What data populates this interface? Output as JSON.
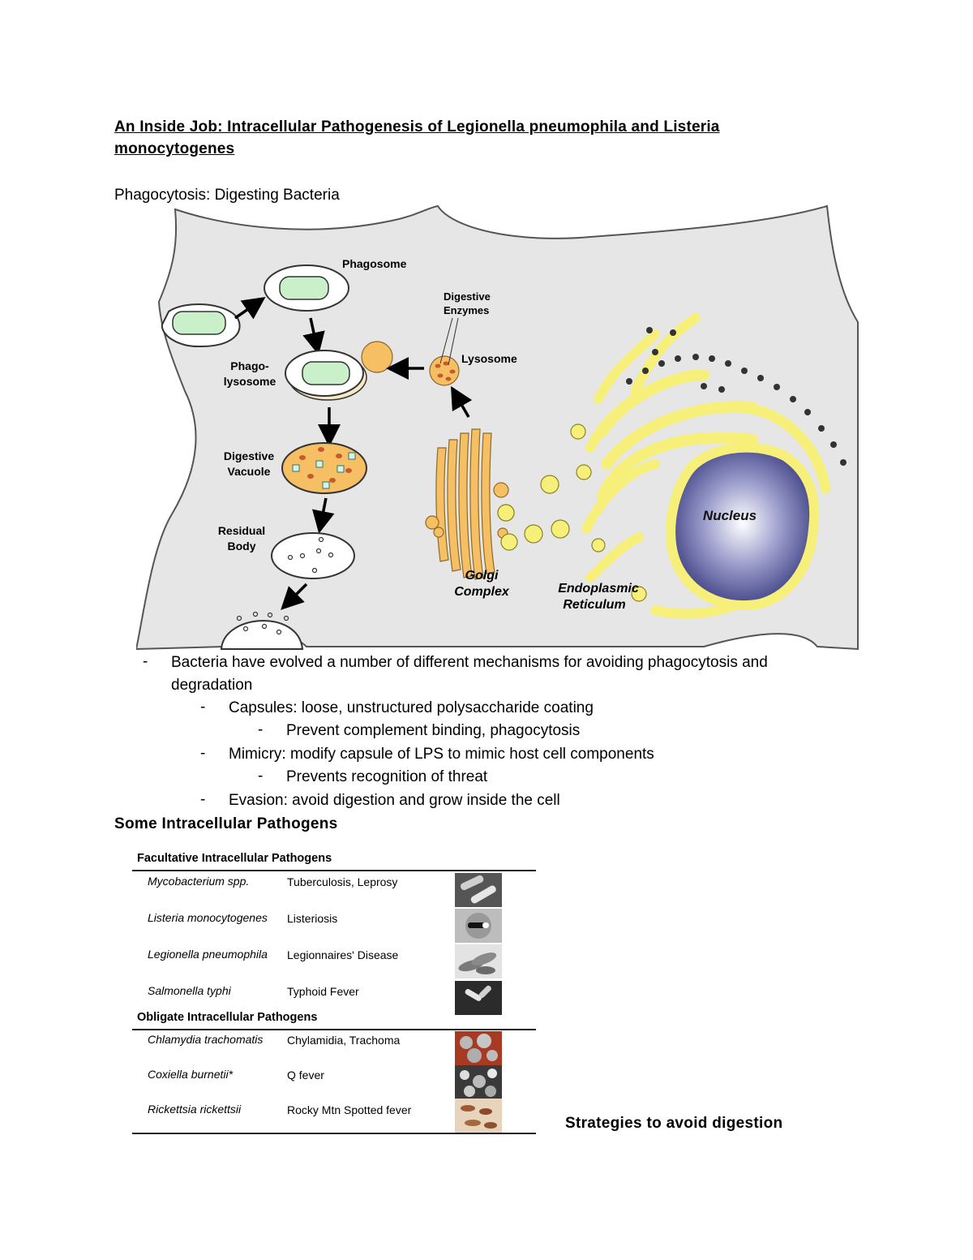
{
  "document": {
    "title": "An Inside Job: Intracellular Pathogenesis of Legionella pneumophila and Listeria monocytogenes",
    "subtitle": "Phagocytosis: Digesting Bacteria"
  },
  "diagram": {
    "labels": {
      "phagosome": "Phagosome",
      "phagolysosome_1": "Phago-",
      "phagolysosome_2": "lysosome",
      "digestive_enzymes_1": "Digestive",
      "digestive_enzymes_2": "Enzymes",
      "lysosome": "Lysosome",
      "digestive_vacuole_1": "Digestive",
      "digestive_vacuole_2": "Vacuole",
      "residual_body_1": "Residual",
      "residual_body_2": "Body",
      "golgi_1": "Golgi",
      "golgi_2": "Complex",
      "er_1": "Endoplasmic",
      "er_2": "Reticulum",
      "nucleus": "Nucleus"
    },
    "colors": {
      "cytoplasm": "#e6e6e6",
      "bacterium": "#c9f0c9",
      "lysosome": "#f7bf63",
      "er": "#f6f07a",
      "nucleus": "#2a2c74"
    }
  },
  "bullets": [
    {
      "level": 1,
      "lines": [
        "Bacteria have evolved a number of different mechanisms for avoiding phagocytosis and",
        "degradation"
      ]
    },
    {
      "level": 2,
      "lines": [
        "Capsules: loose, unstructured polysaccharide coating"
      ]
    },
    {
      "level": 3,
      "lines": [
        "Prevent complement binding, phagocytosis"
      ]
    },
    {
      "level": 2,
      "lines": [
        "Mimicry: modify capsule of LPS to mimic host cell components"
      ]
    },
    {
      "level": 3,
      "lines": [
        "Prevents recognition of threat"
      ]
    },
    {
      "level": 2,
      "lines": [
        "Evasion: avoid digestion and grow inside the cell"
      ]
    }
  ],
  "section_heading": "Some Intracellular Pathogens",
  "table": {
    "facultative_heading": "Facultative Intracellular Pathogens",
    "obligate_heading": "Obligate Intracellular Pathogens",
    "facultative": [
      {
        "organism": "Mycobacterium spp.",
        "disease": "Tuberculosis, Leprosy"
      },
      {
        "organism": "Listeria monocytogenes",
        "disease": "Listeriosis"
      },
      {
        "organism": "Legionella pneumophila",
        "disease": "Legionnaires' Disease"
      },
      {
        "organism": "Salmonella typhi",
        "disease": "Typhoid Fever"
      }
    ],
    "obligate": [
      {
        "organism": "Chlamydia trachomatis",
        "disease": "Chylamidia, Trachoma"
      },
      {
        "organism": "Coxiella burnetii*",
        "disease": "Q fever"
      },
      {
        "organism": "Rickettsia rickettsii",
        "disease": "Rocky Mtn Spotted fever"
      }
    ]
  },
  "strategies_heading": "Strategies to avoid digestion"
}
